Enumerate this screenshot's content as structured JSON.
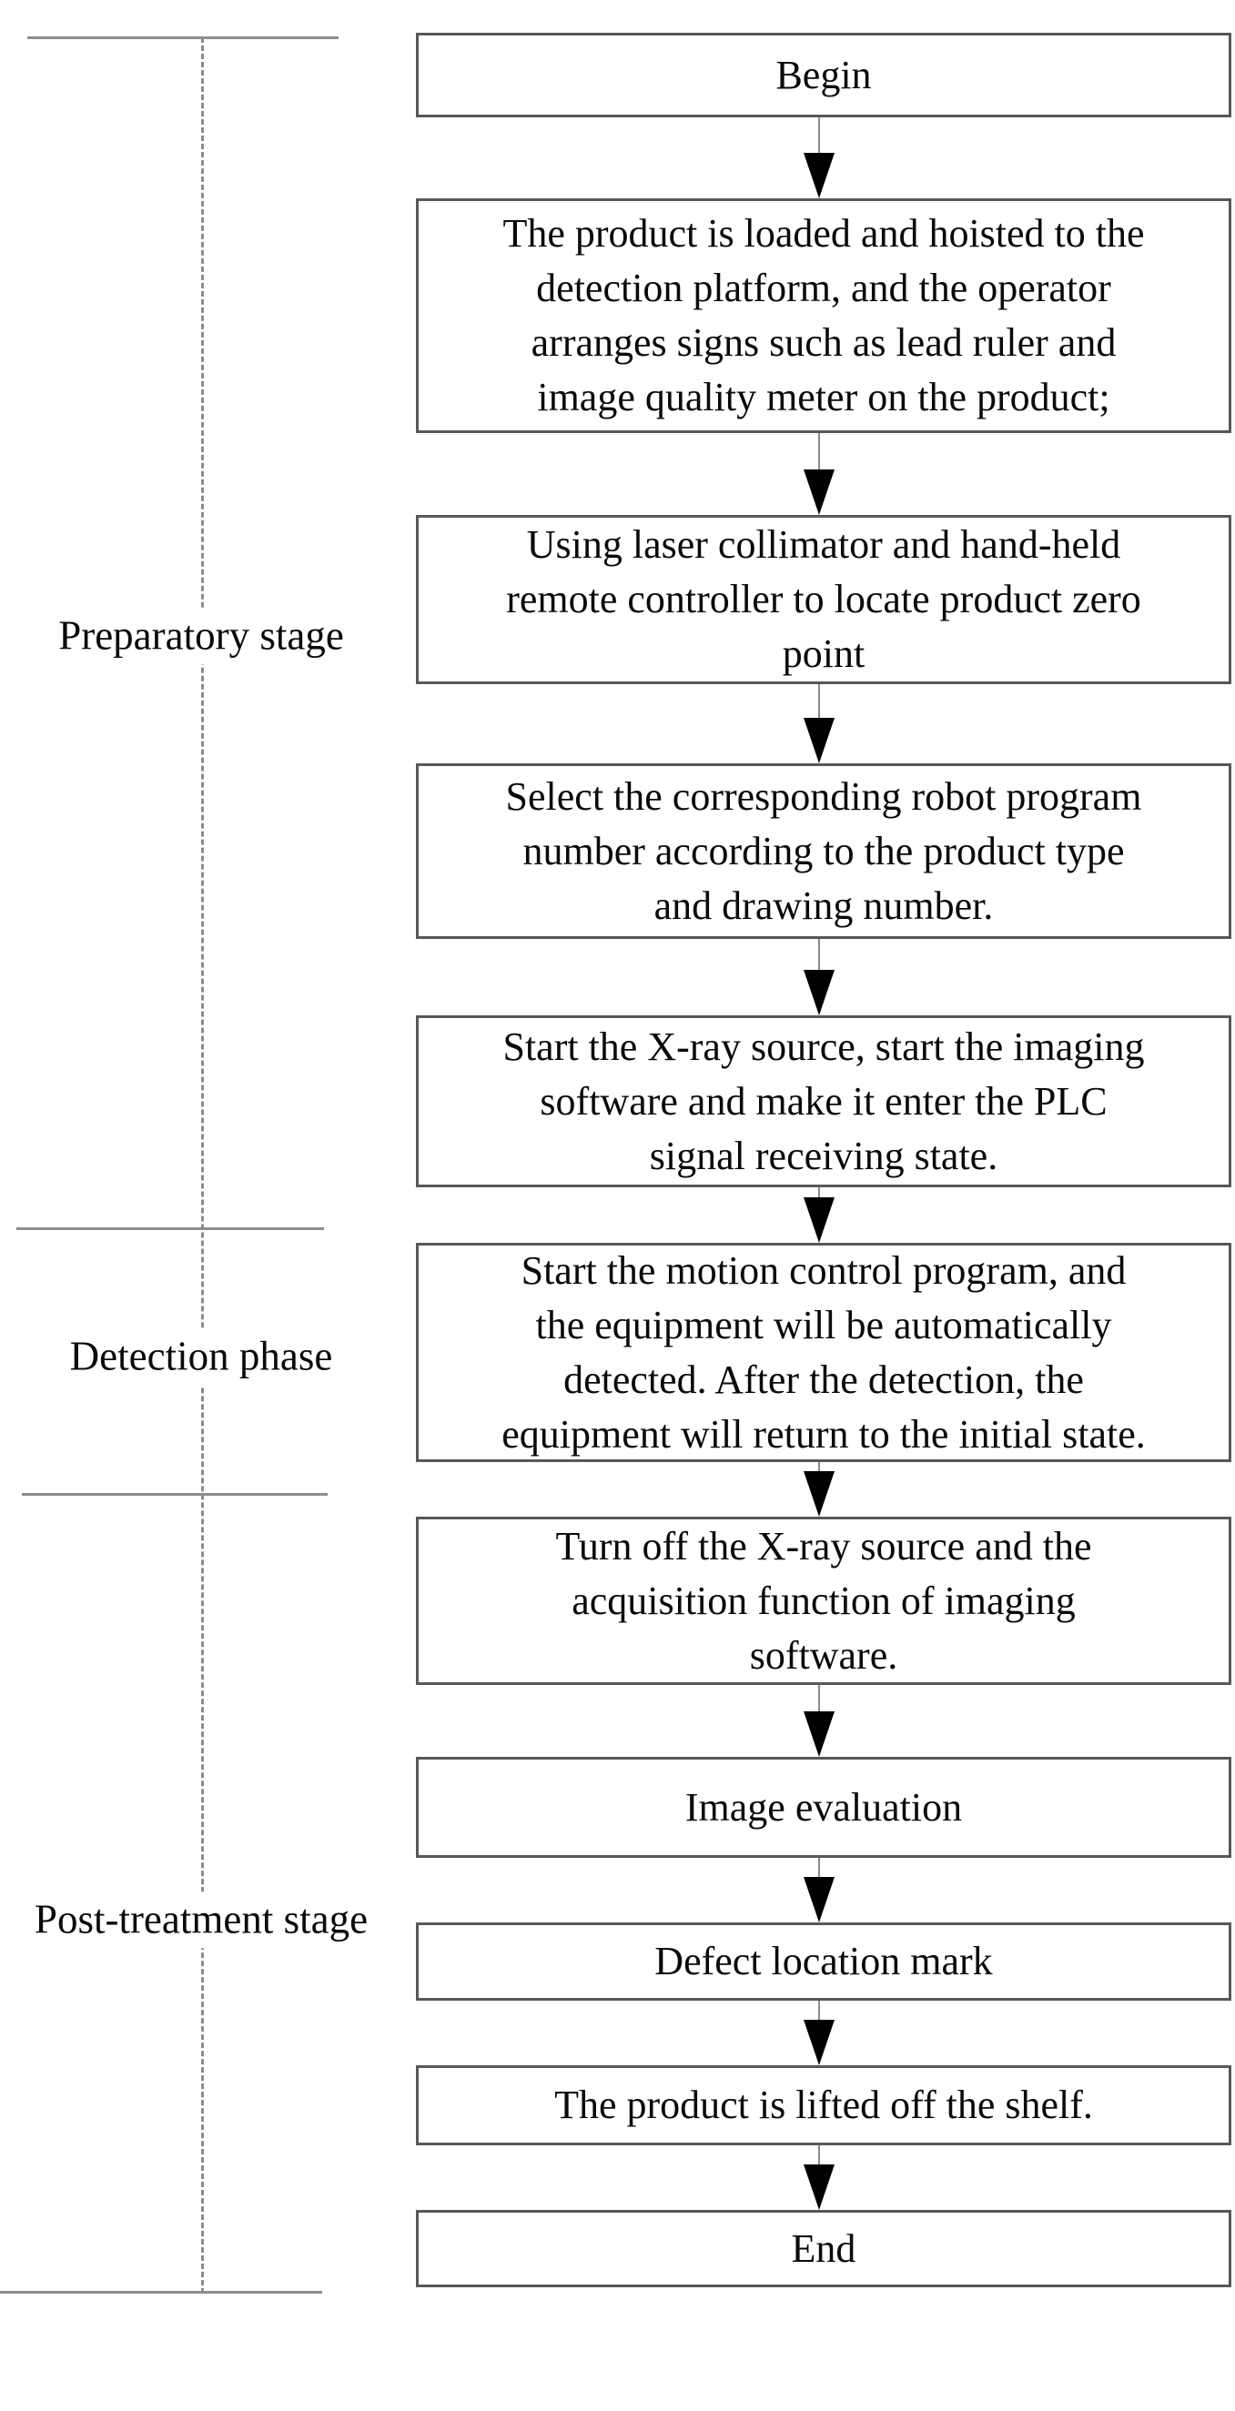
{
  "diagram": {
    "type": "flowchart",
    "stages": [
      {
        "label": "Preparatory stage"
      },
      {
        "label": "Detection phase"
      },
      {
        "label": "Post-treatment stage"
      }
    ],
    "steps": [
      {
        "id": "begin",
        "text": "Begin"
      },
      {
        "id": "load-product",
        "text": "The product is loaded and hoisted to the\ndetection platform, and the operator\narranges signs such as lead ruler and\nimage quality meter on the product;"
      },
      {
        "id": "locate-zero-point",
        "text": "Using laser collimator and hand-held\nremote controller to locate product zero\npoint"
      },
      {
        "id": "select-program",
        "text": "Select the corresponding robot program\nnumber according to the product type\nand drawing number."
      },
      {
        "id": "start-xray",
        "text": "Start the X-ray source, start the imaging\nsoftware and make it enter the PLC\nsignal receiving state."
      },
      {
        "id": "motion-control",
        "text": "Start the motion control program, and\nthe equipment will be automatically\ndetected. After the detection, the\nequipment will return to the initial state."
      },
      {
        "id": "turn-off-xray",
        "text": "Turn off the X-ray source and the\nacquisition function of imaging\nsoftware."
      },
      {
        "id": "image-evaluation",
        "text": "Image evaluation"
      },
      {
        "id": "defect-mark",
        "text": "Defect location mark"
      },
      {
        "id": "lift-off-shelf",
        "text": "The product is lifted off the shelf."
      },
      {
        "id": "end",
        "text": "End"
      }
    ],
    "colors": {
      "background": "#ffffff",
      "box_border": "#585858",
      "text": "#0a0a0a",
      "bracket_line": "#8c8c8c",
      "arrow_head": "#000000",
      "arrow_stem": "#8a8a8a"
    }
  }
}
